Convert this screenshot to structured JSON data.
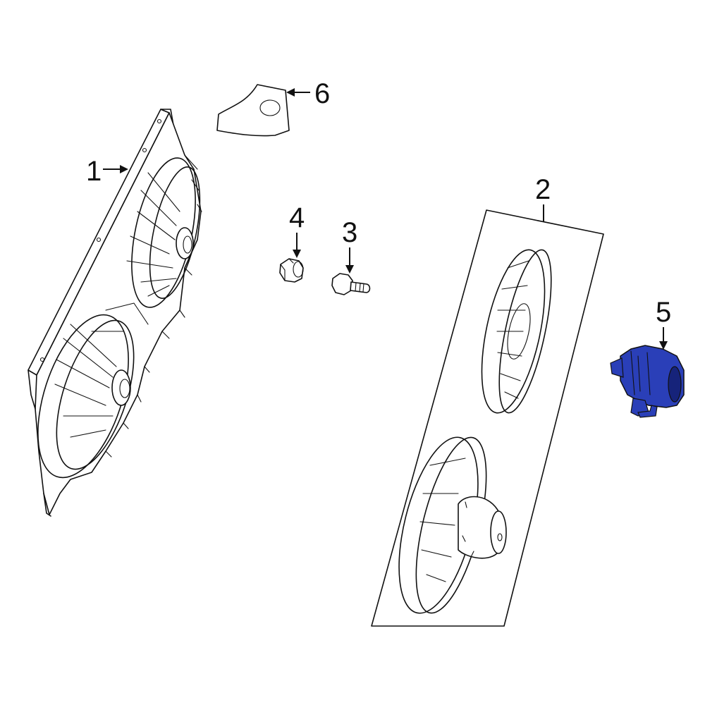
{
  "callouts": [
    {
      "id": "1",
      "label": "1"
    },
    {
      "id": "2",
      "label": "2"
    },
    {
      "id": "3",
      "label": "3"
    },
    {
      "id": "4",
      "label": "4"
    },
    {
      "id": "5",
      "label": "5"
    },
    {
      "id": "6",
      "label": "6"
    }
  ],
  "colors": {
    "highlight_part": "#2a3fb8",
    "highlight_dark": "#16237a",
    "line": "#111111",
    "background": "#ffffff"
  }
}
